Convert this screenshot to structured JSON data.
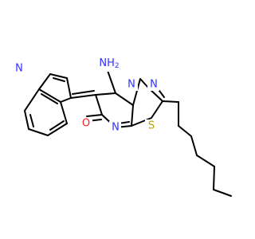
{
  "colors": {
    "bond": "#000000",
    "nitrogen": "#3030ff",
    "oxygen": "#ff2020",
    "sulfur": "#b8a000",
    "background": "#ffffff"
  },
  "atoms": {
    "indole_n": "N",
    "nh2": "NH",
    "nh2_sub": "2",
    "ring_n1": "N",
    "ring_n2": "N",
    "ring_n3": "N",
    "ring_n4": "N",
    "oxygen": "O",
    "sulfur": "S"
  }
}
